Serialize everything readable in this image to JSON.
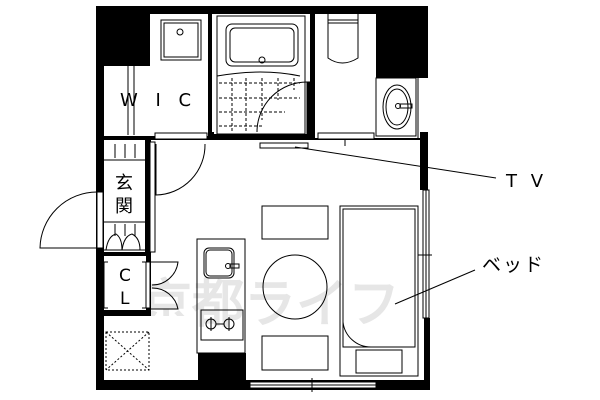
{
  "plan": {
    "rooms": {
      "wic": "W I C",
      "genkan_1": "玄",
      "genkan_2": "関",
      "cl_1": "C",
      "cl_2": "L"
    },
    "callouts": {
      "tv": "T V",
      "bed": "ベッド"
    },
    "watermark": "京都ライフ",
    "colors": {
      "wall": "#000000",
      "line": "#000000",
      "background": "#ffffff",
      "watermark": "#e6e6e6"
    }
  }
}
